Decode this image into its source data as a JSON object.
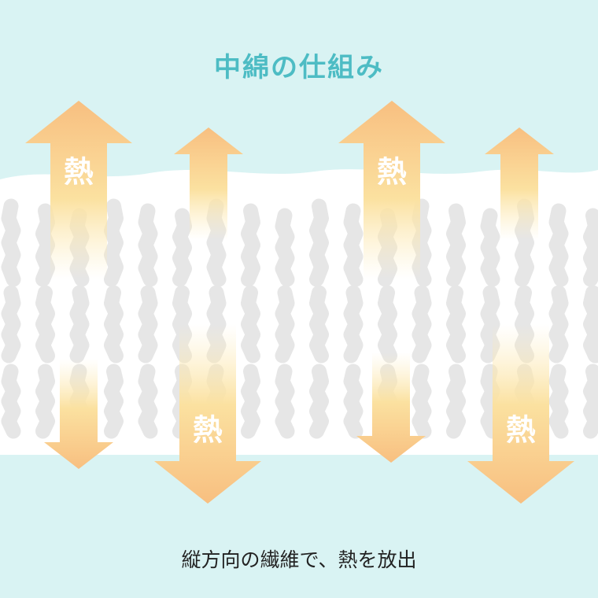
{
  "title": "中綿の仕組み",
  "caption": "縦方向の繊維で、熱を放出",
  "heat_label": "熱",
  "colors": {
    "background": "#d9f3f3",
    "title": "#4dbcc4",
    "fiber": "#e6e6e6",
    "band": "#ffffff",
    "arrow_solid": "#f8bf80",
    "arrow_fade": "#fbe7a8"
  },
  "arrows": [
    {
      "direction": "up",
      "label": "熱"
    },
    {
      "direction": "up",
      "label": ""
    },
    {
      "direction": "up",
      "label": "熱"
    },
    {
      "direction": "up",
      "label": ""
    },
    {
      "direction": "down",
      "label": ""
    },
    {
      "direction": "down",
      "label": "熱"
    },
    {
      "direction": "down",
      "label": ""
    },
    {
      "direction": "down",
      "label": "熱"
    }
  ]
}
